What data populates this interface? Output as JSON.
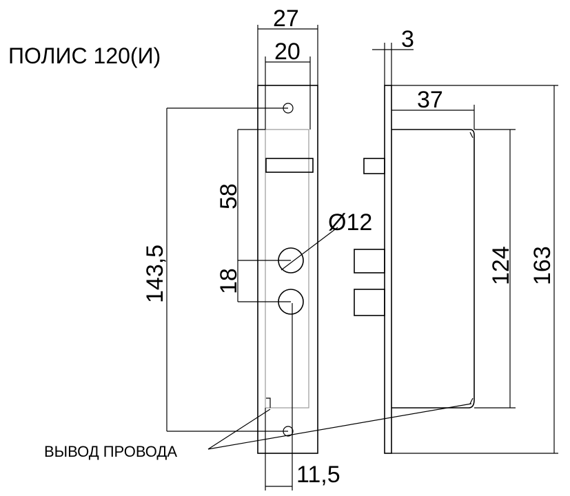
{
  "title": "ПОЛИС 120(И)",
  "dimensions": {
    "faceplate_width": "27",
    "body_width": "20",
    "faceplate_thickness": "3",
    "case_depth": "37",
    "bolt_offset": "58",
    "cylinder_spacing": "18",
    "hole_diameter": "Ø12",
    "mount_hole_spacing": "143,5",
    "case_height": "124",
    "faceplate_height": "163",
    "wire_offset": "11,5"
  },
  "callout": "ВЫВОД ПРОВОДА"
}
